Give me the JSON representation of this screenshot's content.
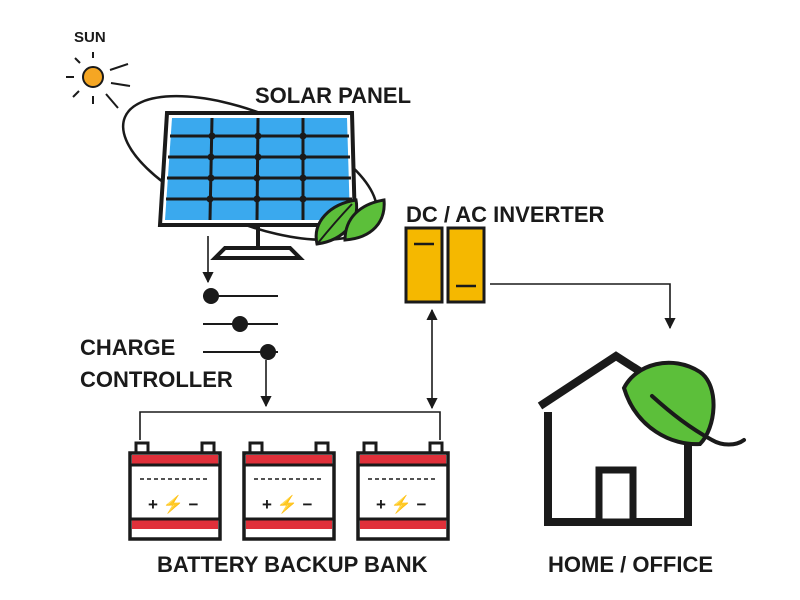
{
  "labels": {
    "sun": "SUN",
    "solar_panel": "SOLAR PANEL",
    "inverter": "DC / AC INVERTER",
    "charge_controller_line1": "CHARGE",
    "charge_controller_line2": "CONTROLLER",
    "battery_bank": "BATTERY BACKUP BANK",
    "home": "HOME / OFFICE"
  },
  "battery_terminal_text": "+ ⚡ −",
  "colors": {
    "sun": "#f5a623",
    "panel_cell": "#3aa9ee",
    "leaf": "#5cbf3a",
    "inverter": "#f5b800",
    "battery_red": "#e0303a",
    "outline": "#1a1a1a"
  },
  "icons": [
    "sun-icon",
    "solar-panel-icon",
    "leaf-icon",
    "inverter-icon",
    "switch-icon",
    "battery-icon",
    "house-icon"
  ]
}
